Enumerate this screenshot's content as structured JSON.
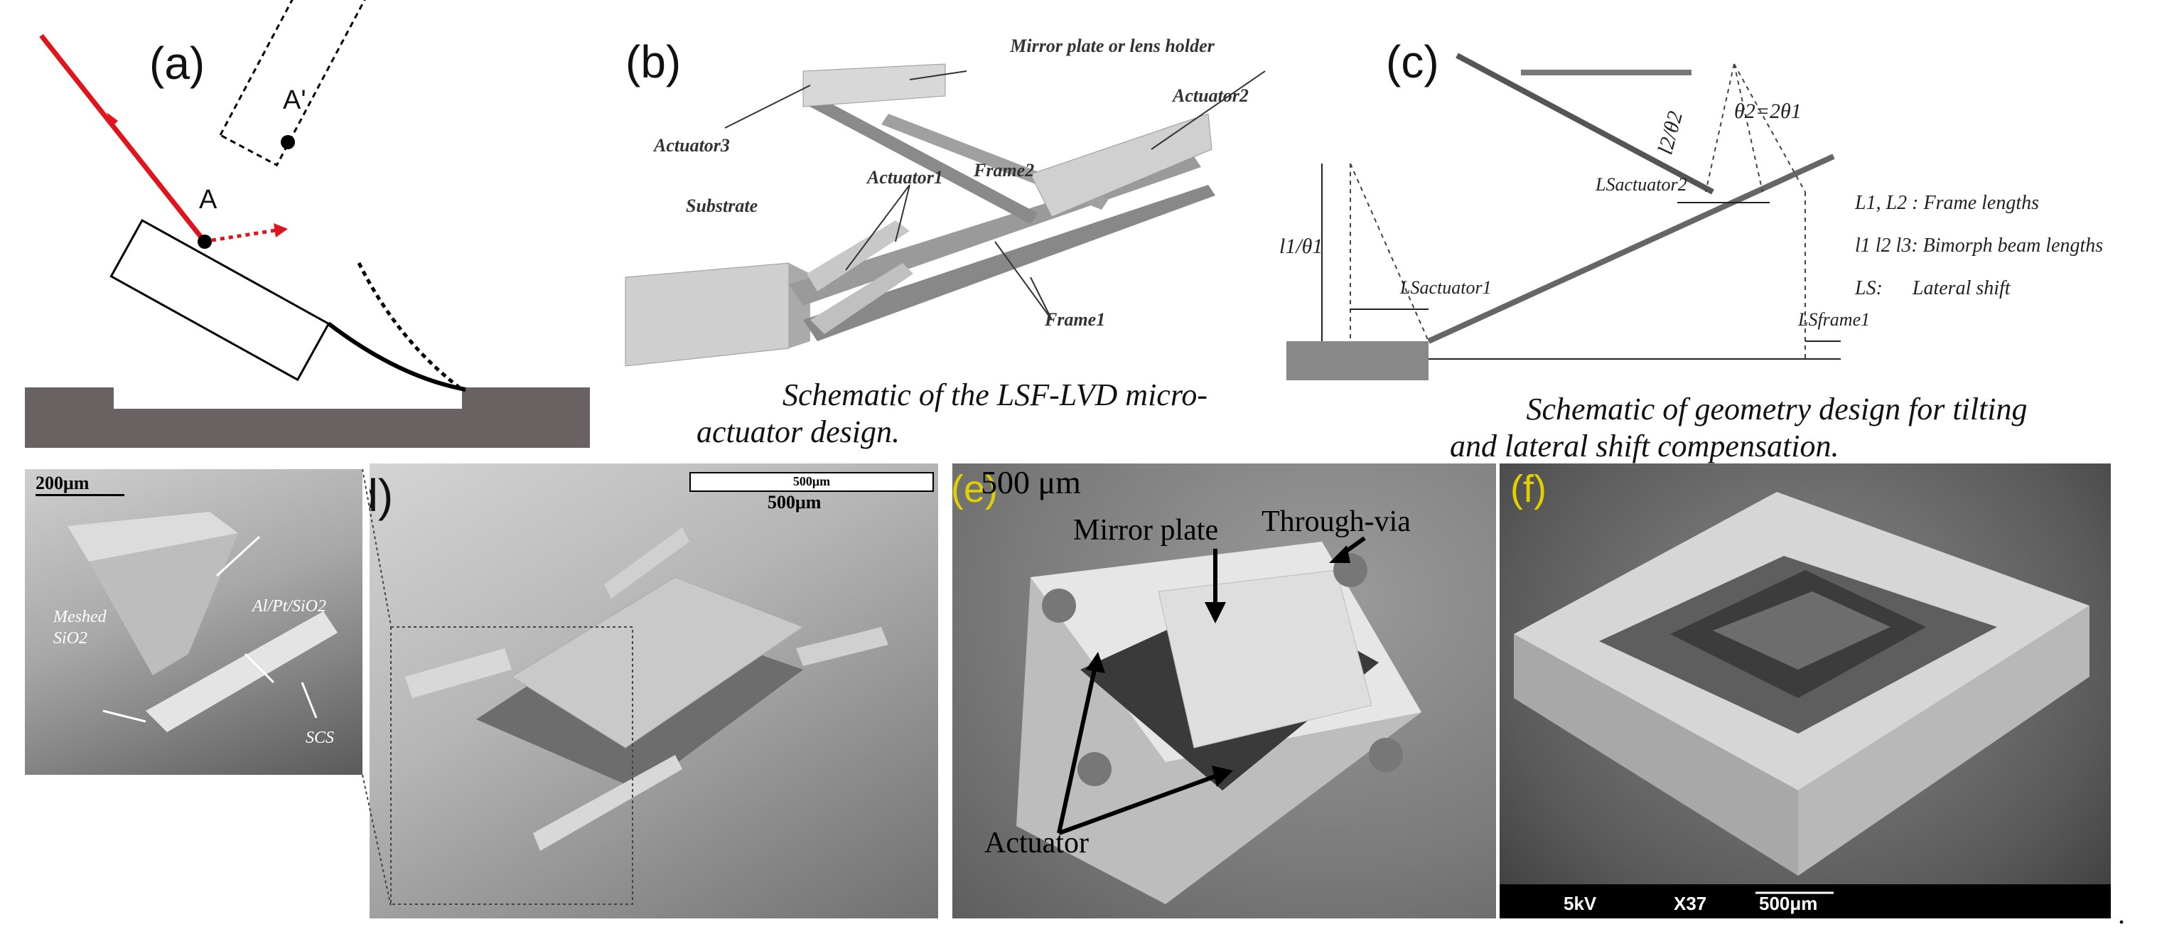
{
  "panels": {
    "a": {
      "label": "(a)",
      "point_a": "A",
      "point_a_prime": "A'"
    },
    "b": {
      "label": "(b)",
      "mirror": "Mirror plate or lens holder",
      "actuator3": "Actuator3",
      "actuator2": "Actuator2",
      "frame2": "Frame2",
      "actuator1": "Actuator1",
      "substrate": "Substrate",
      "frame1": "Frame1",
      "caption_line1": "Schematic of the LSF-LVD micro-",
      "caption_line2": "actuator design."
    },
    "c": {
      "label": "(c)",
      "legend_frame": "L1, L2 : Frame lengths",
      "legend_bimorph": "l1 l2 l3: Bimorph beam lengths",
      "legend_ls": "LS:      Lateral shift",
      "ls_actuator2": "LSactuator2",
      "ls_actuator1": "LSactuator1",
      "ls_frame1": "LSframe1",
      "theta2_eq": "θ2=2θ1",
      "l2_over_theta2": "l2/θ2",
      "l1_over_theta1": "l1/θ1",
      "caption_line1": "Schematic of geometry design for tilting",
      "caption_line2": "and lateral shift compensation."
    },
    "d": {
      "label": "(d)",
      "scale_left": "200μm",
      "scale_right_small": "500μm",
      "scale_right": "500μm",
      "meshed": "Meshed",
      "sio2": "SiO2",
      "al_pt": "Al/Pt/SiO2",
      "scs": "SCS"
    },
    "e": {
      "label": "(e)",
      "scale": "500 μm",
      "mirror_plate": "Mirror plate",
      "through_via": "Through-via",
      "actuator": "Actuator"
    },
    "f": {
      "label": "(f)",
      "kv": "5kV",
      "mag": "X37",
      "scale": "500μm"
    }
  },
  "colors": {
    "laser": "#e0141c",
    "substrate_dark": "#6a6262",
    "label_yellow": "#e0d000"
  }
}
